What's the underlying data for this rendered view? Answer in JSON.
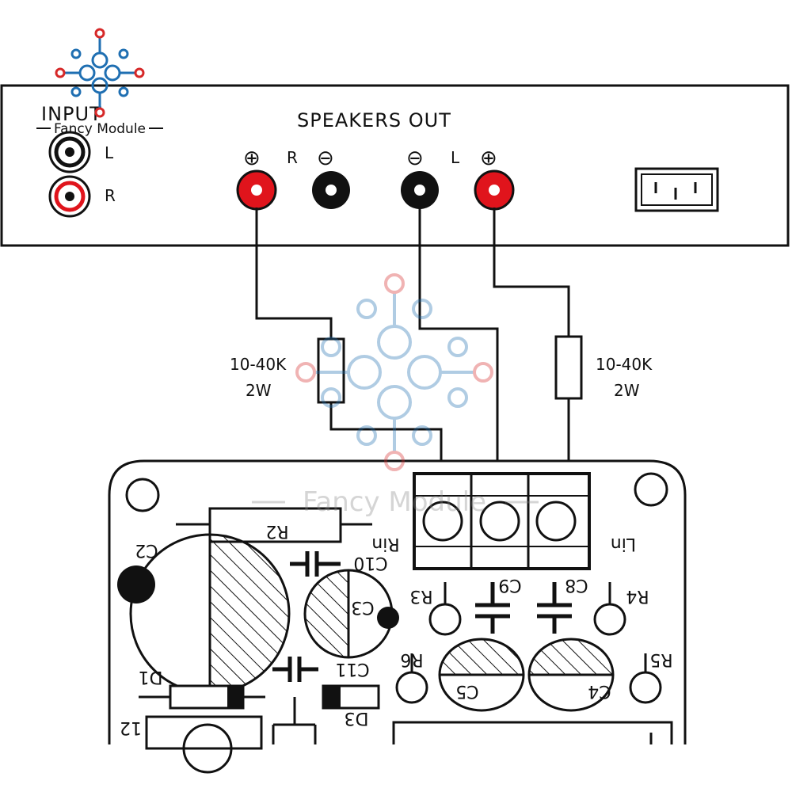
{
  "logo": {
    "text": "Fancy Module"
  },
  "watermark": {
    "text": "Fancy Module"
  },
  "amp": {
    "input_label": "INPUT",
    "input_left": "L",
    "input_right": "R",
    "speakers_out": "SPEAKERS OUT",
    "plus_symbol": "⊕",
    "minus_symbol": "⊖",
    "right_channel": "R",
    "left_channel": "L"
  },
  "resistors": {
    "left_value": "10-40K",
    "left_power": "2W",
    "right_value": "10-40K",
    "right_power": "2W"
  },
  "board": {
    "r2": "R2",
    "rin": "Rin",
    "lin": "Lin",
    "c2": "C2",
    "c10": "C10",
    "c3": "C3",
    "c9": "C9",
    "c8": "C8",
    "r3": "R3",
    "r4": "R4",
    "r6": "R6",
    "r5": "R5",
    "c11": "C11",
    "c5": "C5",
    "c4": "C4",
    "d1": "D1",
    "d3": "D3",
    "edge_digits": "12"
  },
  "colors": {
    "red": "#e0141c",
    "black": "#111111",
    "logo_red": "#d62828",
    "logo_blue": "#1f6fb2"
  }
}
